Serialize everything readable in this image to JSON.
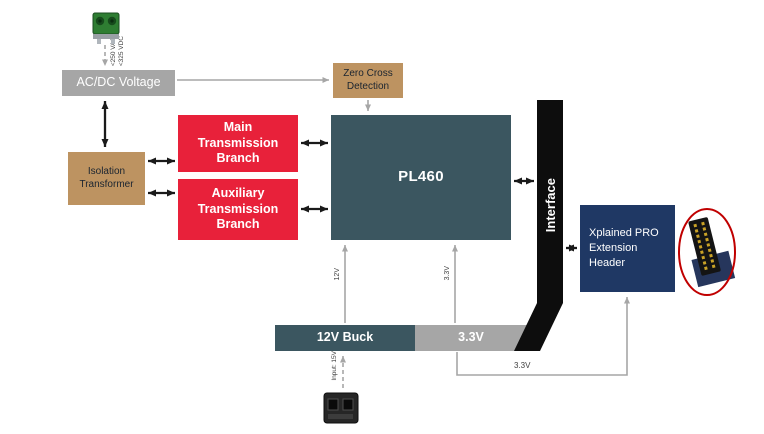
{
  "diagram": {
    "blocks": {
      "acdc": {
        "label": "AC/DC Voltage",
        "color": "#a6a6a6"
      },
      "zero_cross": {
        "label": "Zero Cross\nDetection",
        "color": "#bd9361"
      },
      "isolation": {
        "label": "Isolation\nTransformer",
        "color": "#bd9361"
      },
      "main_branch": {
        "label": "Main\nTransmission\nBranch",
        "color": "#e8213a"
      },
      "aux_branch": {
        "label": "Auxiliary\nTransmission\nBranch",
        "color": "#e8213a"
      },
      "pl460": {
        "label": "PL460",
        "color": "#3b5660"
      },
      "interface": {
        "label": "Interface",
        "color": "#0d0d0d"
      },
      "xplained": {
        "label": "Xplained PRO\nExtension\nHeader",
        "color": "#1f3864"
      },
      "buck_12v": {
        "label": "12V Buck",
        "color": "#3b5660"
      },
      "rail_33v": {
        "label": "3.3V",
        "color": "#a6a6a6"
      }
    },
    "labels": {
      "vac_rating": "<250 VAC",
      "vdc_rating": "<325 VDC",
      "rail_12v": "12V",
      "rail_33v": "3.3V",
      "route_33v": "3.3V",
      "input_15v": "Input: 15V"
    },
    "icons": {
      "ac_input_connector": "green-terminal-block",
      "dc_input_connector": "black-terminal-block",
      "extension_header_photo": "pin-header-circled-red"
    },
    "colors": {
      "gray": "#a6a6a6",
      "tan": "#bd9361",
      "red": "#e8213a",
      "teal": "#3b5660",
      "black": "#0d0d0d",
      "navy": "#1f3864",
      "highlight_ellipse": "#c00000"
    },
    "connections": [
      {
        "from": "ac_input_connector",
        "to": "acdc",
        "style": "dashed-gray",
        "dir": "one-way"
      },
      {
        "from": "acdc",
        "to": "zero_cross",
        "style": "gray",
        "dir": "one-way"
      },
      {
        "from": "zero_cross",
        "to": "pl460",
        "style": "gray",
        "dir": "one-way"
      },
      {
        "from": "acdc",
        "to": "isolation",
        "style": "black",
        "dir": "two-way"
      },
      {
        "from": "isolation",
        "to": "main_branch",
        "style": "black",
        "dir": "two-way"
      },
      {
        "from": "isolation",
        "to": "aux_branch",
        "style": "black",
        "dir": "two-way"
      },
      {
        "from": "main_branch",
        "to": "pl460",
        "style": "black",
        "dir": "two-way"
      },
      {
        "from": "aux_branch",
        "to": "pl460",
        "style": "black",
        "dir": "two-way"
      },
      {
        "from": "pl460",
        "to": "interface",
        "style": "black",
        "dir": "two-way"
      },
      {
        "from": "interface",
        "to": "xplained",
        "style": "black",
        "dir": "two-way"
      },
      {
        "from": "buck_12v",
        "to": "pl460",
        "style": "gray",
        "dir": "one-way",
        "label": "12V"
      },
      {
        "from": "rail_33v",
        "to": "pl460",
        "style": "gray",
        "dir": "one-way",
        "label": "3.3V"
      },
      {
        "from": "rail_33v",
        "to": "xplained",
        "style": "gray",
        "dir": "one-way",
        "label": "3.3V"
      },
      {
        "from": "dc_input_connector",
        "to": "buck_12v",
        "style": "dashed-gray",
        "dir": "one-way",
        "label": "Input: 15V"
      }
    ]
  }
}
